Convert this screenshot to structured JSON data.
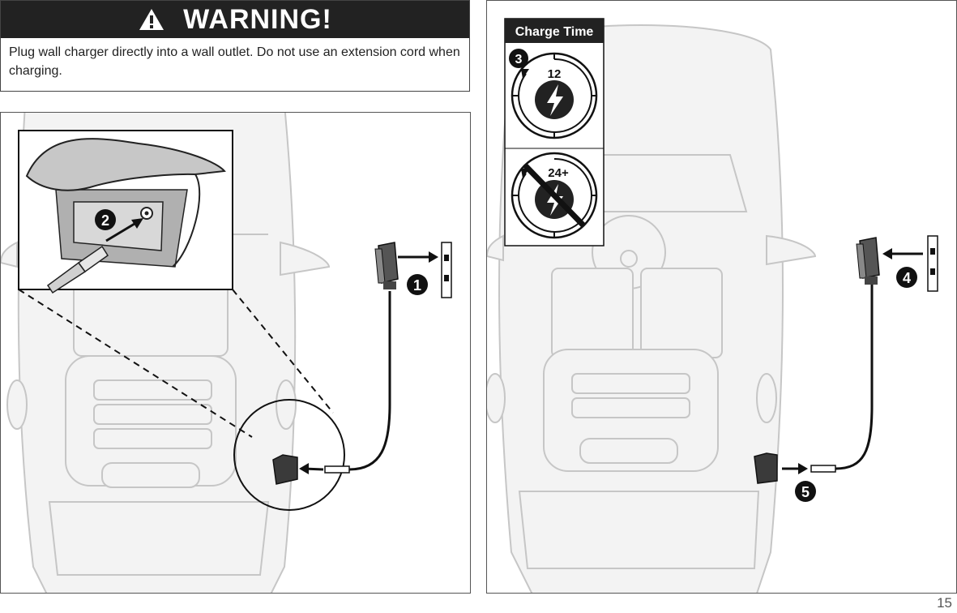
{
  "warning": {
    "title": "WARNING!",
    "text": "Plug wall charger directly into a wall outlet. Do not use an extension cord when charging.",
    "icon": "warning-triangle-icon"
  },
  "steps": {
    "step1": "1",
    "step2": "2",
    "step3": "3",
    "step4": "4",
    "step5": "5"
  },
  "charge_time": {
    "label": "Charge Time",
    "normal_hours": "12",
    "max_hours": "24+"
  },
  "page_number": "15",
  "colors": {
    "dark": "#222222",
    "car_outline": "#c4c4c4",
    "car_fill": "#f1f1f1"
  }
}
